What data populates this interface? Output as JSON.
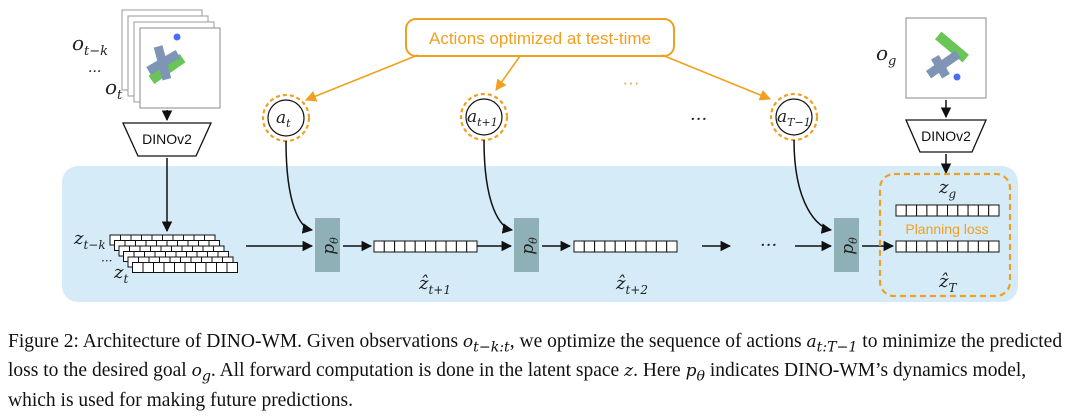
{
  "diagram": {
    "callout_label": "Actions optimized at test-time",
    "encoder_label": "DINOv2",
    "goal_encoder_label": "DINOv2",
    "planning_loss_label": "Planning loss",
    "obs_label_top": "o",
    "obs_label_top_sub": "t−k",
    "obs_label_dots": "···",
    "obs_label_bottom": "o",
    "obs_label_bottom_sub": "t",
    "goal_obs_label": "o",
    "goal_obs_sub": "g",
    "latent_label_top": "z",
    "latent_label_top_sub": "t−k",
    "latent_label_dots": "···",
    "latent_label_bottom": "z",
    "latent_label_bottom_sub": "t",
    "goal_latent_label": "z",
    "goal_latent_sub": "g",
    "predictor_label": "p",
    "predictor_sub": "θ",
    "actions": [
      {
        "base": "a",
        "sub": "t"
      },
      {
        "base": "a",
        "sub": "t+1"
      },
      {
        "base": "a",
        "sub": "T−1"
      }
    ],
    "action_gap_dots": "···",
    "callout_dots": "···",
    "chain_dots": "···",
    "predicted_latents": [
      {
        "base": "ẑ",
        "sub": "t+1"
      },
      {
        "base": "ẑ",
        "sub": "t+2"
      },
      {
        "base": "ẑ",
        "sub": "T"
      }
    ],
    "colors": {
      "orange": "#f0a020",
      "panel": "#d6ebf8",
      "predictor": "#8fb0b6",
      "tbar_blue": "#7f95b5",
      "tbar_green": "#69c556",
      "dot_blue": "#4a6ff0"
    }
  },
  "caption": {
    "figure_label": "Figure 2:",
    "text_1": " Architecture of DINO-WM. Given observations ",
    "math_1": "o",
    "math_1_sub": "t−k:t",
    "text_2": ", we optimize the sequence of actions ",
    "math_2": "a",
    "math_2_sub": "t:T−1",
    "text_3": " to minimize the predicted loss to the desired goal ",
    "math_3": "o",
    "math_3_sub": "g",
    "text_4": ". All forward computation is done in the latent space ",
    "math_4": "z",
    "text_5": ". Here ",
    "math_5": "p",
    "math_5_sub": "θ",
    "text_6": " indicates DINO-WM’s dynamics model, which is used for making future predictions."
  }
}
